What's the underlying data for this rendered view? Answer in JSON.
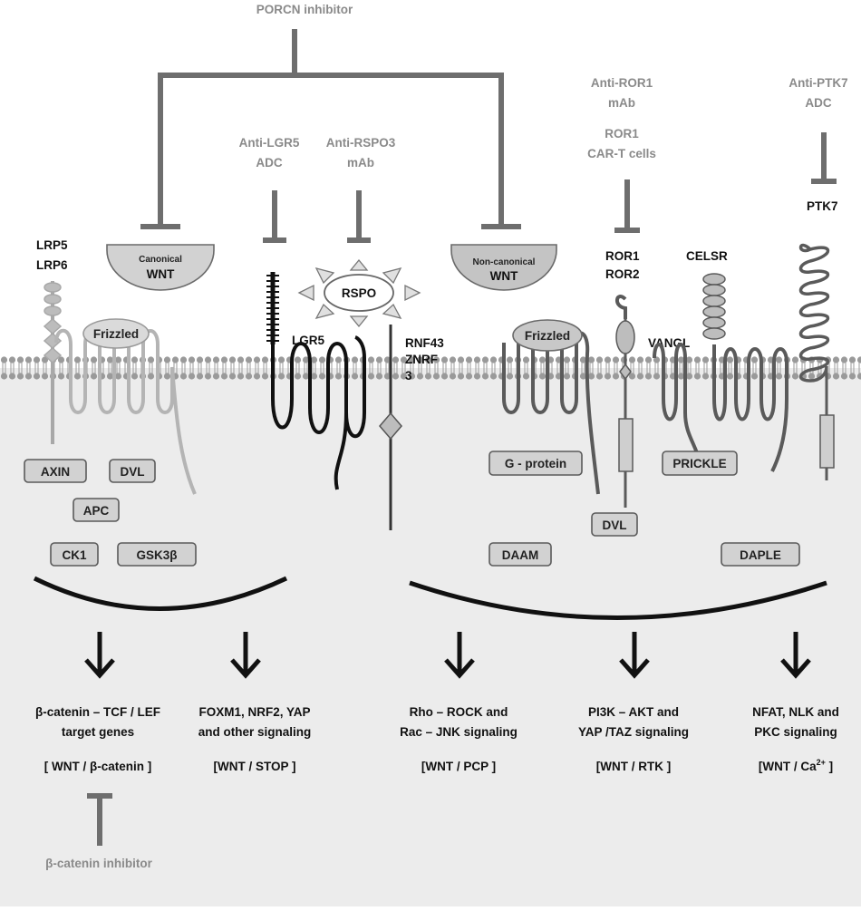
{
  "inhibitors": {
    "porcn": "PORCN  inhibitor",
    "anti_lgr5": [
      "Anti-LGR5",
      "ADC"
    ],
    "anti_rspo3": [
      "Anti-RSPO3",
      "mAb"
    ],
    "anti_ror1": [
      "Anti-ROR1",
      "mAb"
    ],
    "ror1_cart": [
      "ROR1",
      "CAR-T  cells"
    ],
    "anti_ptk7": [
      "Anti-PTK7",
      "ADC"
    ],
    "beta_catenin": "β-catenin   inhibitor"
  },
  "ligands": {
    "canonical_small": "Canonical",
    "canonical_wnt": "WNT",
    "noncanonical_small": "Non-canonical",
    "noncanonical_wnt": "WNT",
    "rspo": "RSPO"
  },
  "receptors": {
    "lrp": [
      "LRP5",
      "LRP6"
    ],
    "frizzled_left": "Frizzled",
    "lgr5": "LGR5",
    "rnf43": [
      "RNF43",
      "ZNRF",
      "3"
    ],
    "frizzled_right": "Frizzled",
    "ror": [
      "ROR1",
      "ROR2"
    ],
    "celsr": "CELSR",
    "vangl": "VANGL",
    "ptk7": "PTK7"
  },
  "intracellular": {
    "axin": "AXIN",
    "dvl_left": "DVL",
    "apc": "APC",
    "ck1": "CK1",
    "gsk3b": "GSK3β",
    "g_protein": "G - protein",
    "dvl_right": "DVL",
    "prickle": "PRICKLE",
    "daam": "DAAM",
    "daple": "DAPLE"
  },
  "outcomes": [
    {
      "line1": "β-catenin – TCF / LEF",
      "line2": "target genes",
      "tag": "[ WNT / β-catenin ]"
    },
    {
      "line1": "FOXM1,  NRF2,  YAP",
      "line2": "and  other signaling",
      "tag": "[WNT / STOP ]"
    },
    {
      "line1": "Rho – ROCK  and",
      "line2": "Rac – JNK  signaling",
      "tag": "[WNT / PCP ]"
    },
    {
      "line1": "PI3K – AKT  and",
      "line2": "YAP /TAZ  signaling",
      "tag": "[WNT / RTK ]"
    },
    {
      "line1": "NFAT,  NLK and",
      "line2": "PKC  signaling",
      "tag": "[WNT / Ca",
      "tag_sup": "2+",
      "tag_end": " ]"
    }
  ],
  "colors": {
    "inhibitor_text": "#8a8a8a",
    "inhibitor_bar": "#6e6e6e",
    "membrane": "#9a9a9a",
    "cytoplasm": "#ececec",
    "box_fill": "#d2d2d2"
  }
}
